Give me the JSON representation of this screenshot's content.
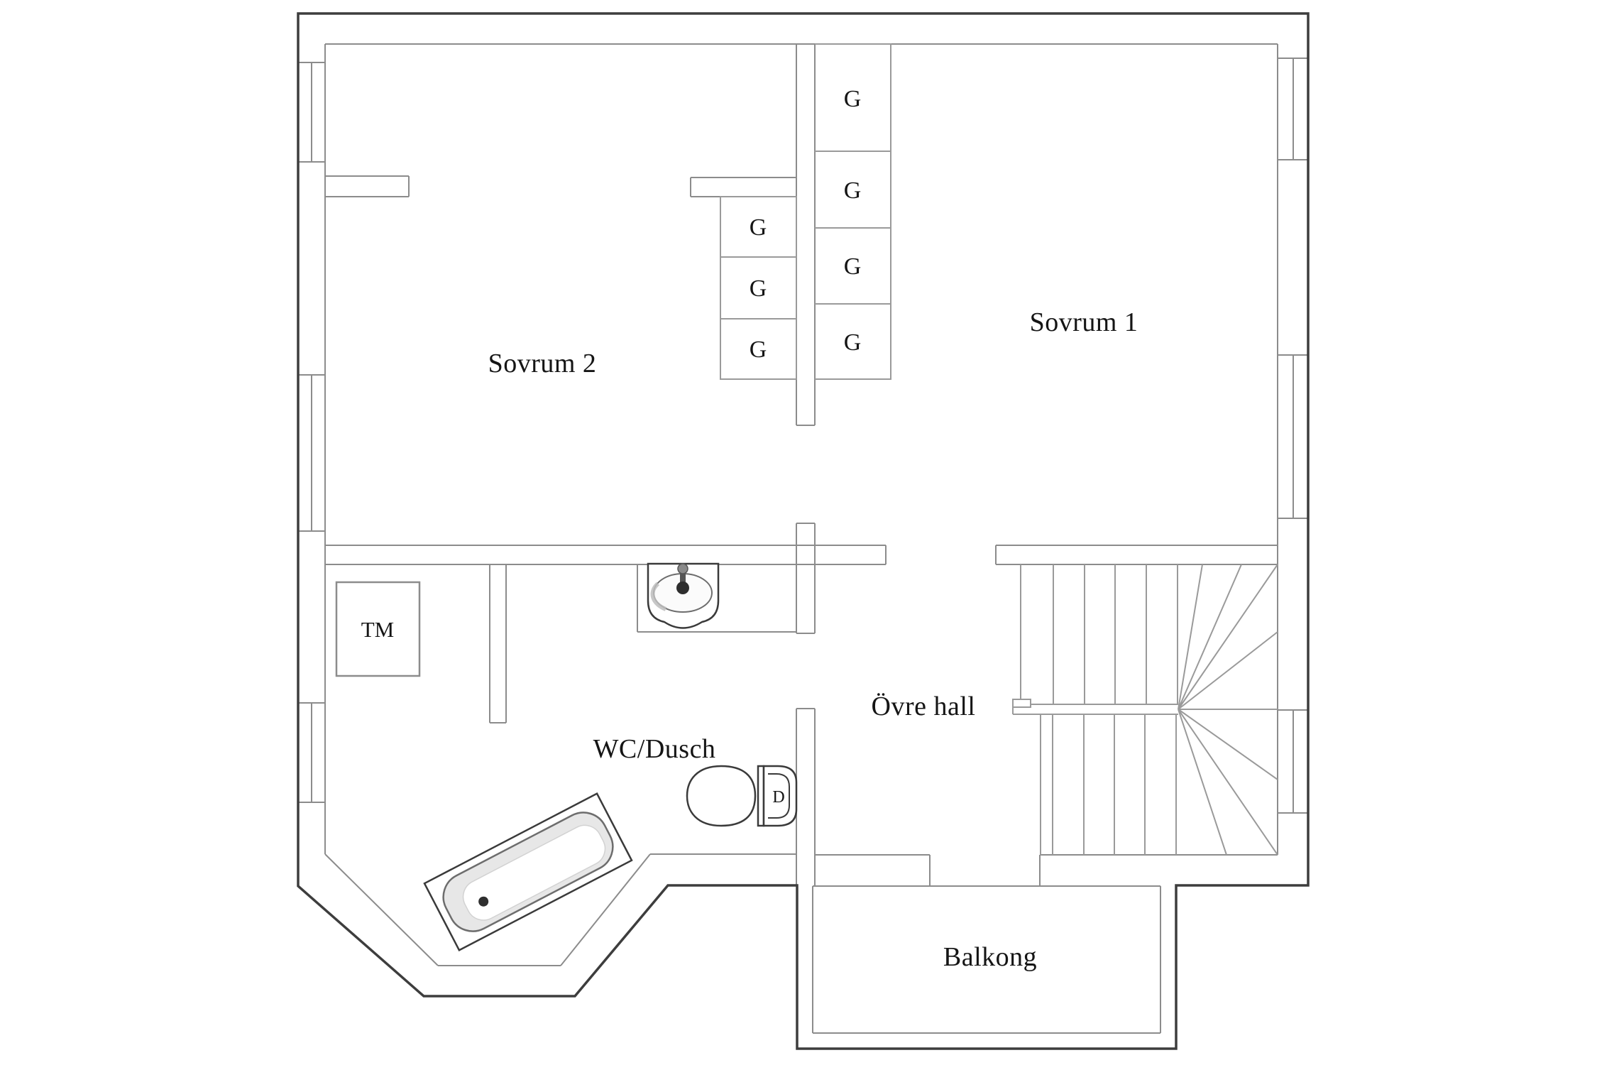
{
  "plan": {
    "labels": {
      "sovrum1": "Sovrum 1",
      "sovrum2": "Sovrum 2",
      "wc_dusch": "WC/Dusch",
      "ovre_hall": "Övre hall",
      "balkong": "Balkong",
      "tm": "TM"
    },
    "closets": {
      "label": "G",
      "count": 7
    },
    "fixtures": {
      "toilet_mark": "D",
      "icons": [
        "bathtub-icon",
        "toilet-icon",
        "sink-icon",
        "washing-machine-icon",
        "wardrobe-icon",
        "staircase-icon",
        "window-icon"
      ]
    },
    "colors": {
      "outer_wall": "#3d3d3d",
      "inner_wall": "#8c8c8c",
      "fixture_stroke": "#3a3a3a",
      "text": "#151515",
      "background": "#ffffff"
    }
  }
}
